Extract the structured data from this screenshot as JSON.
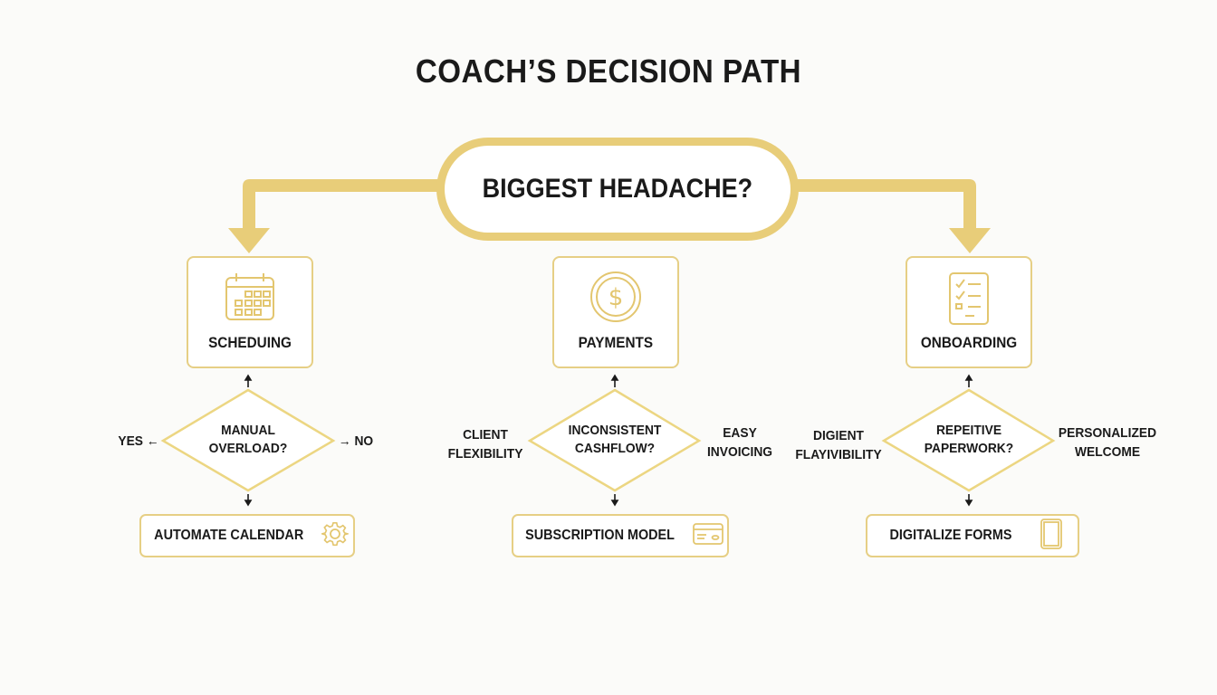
{
  "title": "COACH’S DECISION PATH",
  "root": {
    "label": "BIGGEST HEADACHE?"
  },
  "colors": {
    "accent": "#e8cd79",
    "border": "#e6cf85",
    "text": "#1a1a1a",
    "background": "#fbfbf9"
  },
  "branches": [
    {
      "category": {
        "label": "SCHEDUING",
        "icon": "calendar-icon"
      },
      "decision": {
        "line1": "MANUAL",
        "line2": "OVERLOAD?"
      },
      "left": {
        "line1": "YES ←",
        "line2": ""
      },
      "right": {
        "line1": "→ NO",
        "line2": ""
      },
      "outcome": {
        "label": "AUTOMATE CALENDAR",
        "icon": "gear-icon"
      }
    },
    {
      "category": {
        "label": "PAYMENTS",
        "icon": "dollar-coin-icon"
      },
      "decision": {
        "line1": "INCONSISTENT",
        "line2": "CASHFLOW?"
      },
      "left": {
        "line1": "CLIENT",
        "line2": "FLEXIBILITY"
      },
      "right": {
        "line1": "EASY",
        "line2": "INVOICING"
      },
      "outcome": {
        "label": "SUBSCRIPTION MODEL",
        "icon": "credit-card-icon"
      }
    },
    {
      "category": {
        "label": "ONBOARDING",
        "icon": "checklist-icon"
      },
      "decision": {
        "line1": "REPEITIVE",
        "line2": "PAPERWORK?"
      },
      "left": {
        "line1": "DIGIENT",
        "line2": "FLAYIVIBILITY"
      },
      "right": {
        "line1": "PERSONALIZED",
        "line2": "WELCOME"
      },
      "outcome": {
        "label": "DIGITALIZE FORMS",
        "icon": "tablet-icon"
      }
    }
  ],
  "arrows": {
    "up": "↑",
    "down": "↓"
  }
}
